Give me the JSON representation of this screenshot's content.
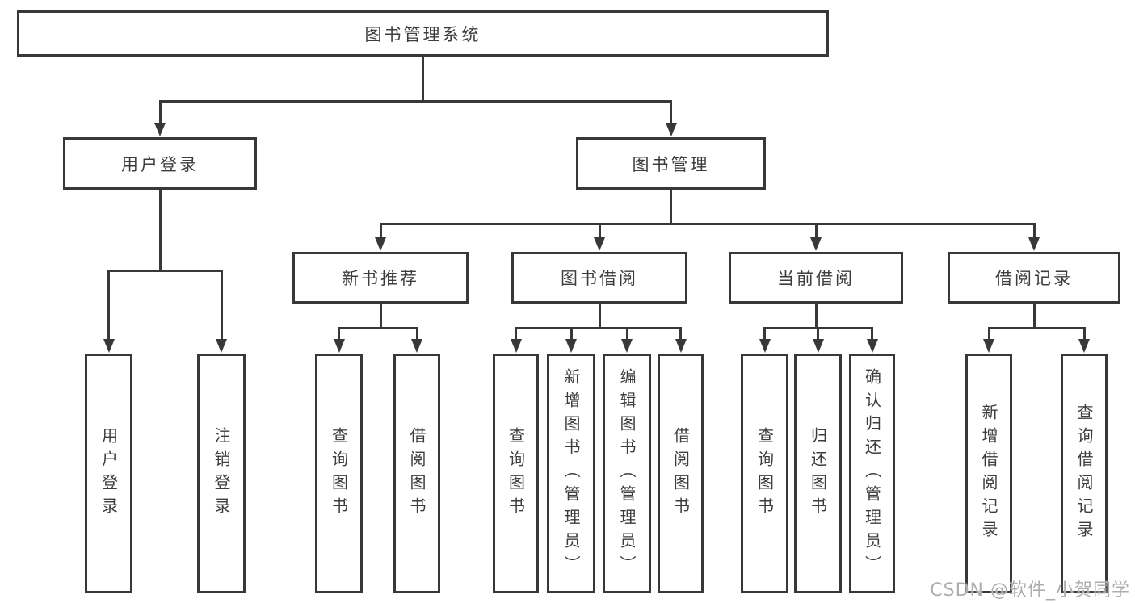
{
  "diagram": {
    "type": "hierarchy-tree",
    "watermark": "CSDN @软件_小贺同学",
    "colors": {
      "background": "#ffffff",
      "line": "#383838",
      "box_border": "#383838",
      "box_fill": "#ffffff",
      "text": "#3d3d3d",
      "watermark": "#aeaeae"
    },
    "tree": {
      "id": "root",
      "label": "图书管理系统",
      "children": [
        {
          "id": "user-login",
          "label": "用户登录",
          "children": [
            {
              "id": "leaf-user-login",
              "label": "用户登录"
            },
            {
              "id": "leaf-logout",
              "label": "注销登录"
            }
          ]
        },
        {
          "id": "book-management",
          "label": "图书管理",
          "children": [
            {
              "id": "new-book-recommend",
              "label": "新书推荐",
              "children": [
                {
                  "id": "leaf-query-book-1",
                  "label": "查询图书"
                },
                {
                  "id": "leaf-borrow-book-1",
                  "label": "借阅图书"
                }
              ]
            },
            {
              "id": "book-borrowing",
              "label": "图书借阅",
              "children": [
                {
                  "id": "leaf-query-book-2",
                  "label": "查询图书"
                },
                {
                  "id": "leaf-add-book",
                  "label": "新增图书（管理员）"
                },
                {
                  "id": "leaf-edit-book",
                  "label": "编辑图书（管理员）"
                },
                {
                  "id": "leaf-borrow-book-2",
                  "label": "借阅图书"
                }
              ]
            },
            {
              "id": "current-borrowing",
              "label": "当前借阅",
              "children": [
                {
                  "id": "leaf-query-book-3",
                  "label": "查询图书"
                },
                {
                  "id": "leaf-return-book",
                  "label": "归还图书"
                },
                {
                  "id": "leaf-confirm-return",
                  "label": "确认归还（管理员）"
                }
              ]
            },
            {
              "id": "borrowing-records",
              "label": "借阅记录",
              "children": [
                {
                  "id": "leaf-add-record",
                  "label": "新增借阅记录"
                },
                {
                  "id": "leaf-query-record",
                  "label": "查询借阅记录"
                }
              ]
            }
          ]
        }
      ]
    }
  }
}
